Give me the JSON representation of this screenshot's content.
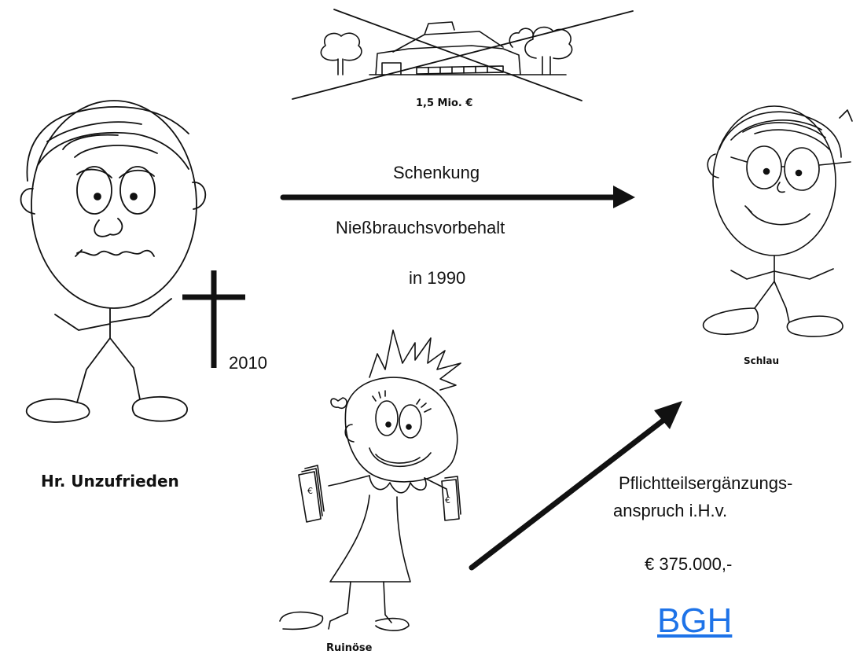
{
  "house": {
    "icon": "crossed-house-icon",
    "price": "1,5 Mio. €"
  },
  "gift": {
    "label": "Schenkung",
    "reservation": "Nießbrauchsvorbehalt",
    "year": "in 1990"
  },
  "death": {
    "icon": "cross-icon",
    "year": "2010"
  },
  "persons": {
    "left_name": "Hr. Unzufrieden",
    "right_name": "Schlau",
    "bottom_name": "Ruinöse"
  },
  "claim": {
    "line1": "Pflichtteilsergänzungs-",
    "line2": "anspruch i.H.v.",
    "amount": "€ 375.000,-"
  },
  "link": {
    "label": "BGH",
    "color": "#1e73e8"
  }
}
